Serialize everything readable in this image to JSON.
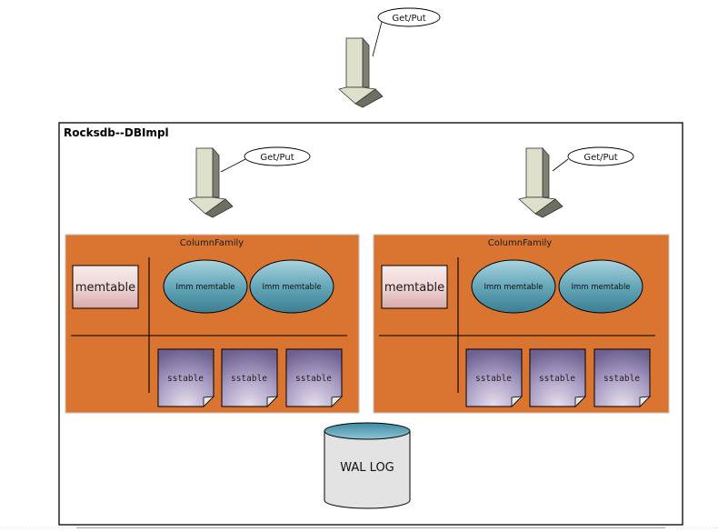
{
  "diagram": {
    "outer_request": {
      "label": "Get/Put"
    },
    "container": {
      "title": "Rocksdb--DBImpl",
      "requests": [
        {
          "label": "Get/Put"
        },
        {
          "label": "Get/Put"
        }
      ],
      "column_families": [
        {
          "title": "ColumnFamily",
          "memtable": "memtable",
          "immutable_memtables": [
            "Imm memtable",
            "Imm memtable"
          ],
          "sstables": [
            "sstable",
            "sstable",
            "sstable"
          ]
        },
        {
          "title": "ColumnFamily",
          "memtable": "memtable",
          "immutable_memtables": [
            "Imm memtable",
            "Imm memtable"
          ],
          "sstables": [
            "sstable",
            "sstable",
            "sstable"
          ]
        }
      ],
      "wal": {
        "label": "WAL LOG"
      }
    }
  },
  "colors": {
    "column_family_fill": "#d97431",
    "arrow_fill": "#dfe0cc",
    "arrow_shadow": "#7f8172",
    "imm_fill": "#5fa3b5",
    "sstable_fill": "#8a7fab",
    "memtable_fill": "#eccfcf",
    "wal_top": "#5ea6bb",
    "wal_body": "#e3e3e3"
  }
}
